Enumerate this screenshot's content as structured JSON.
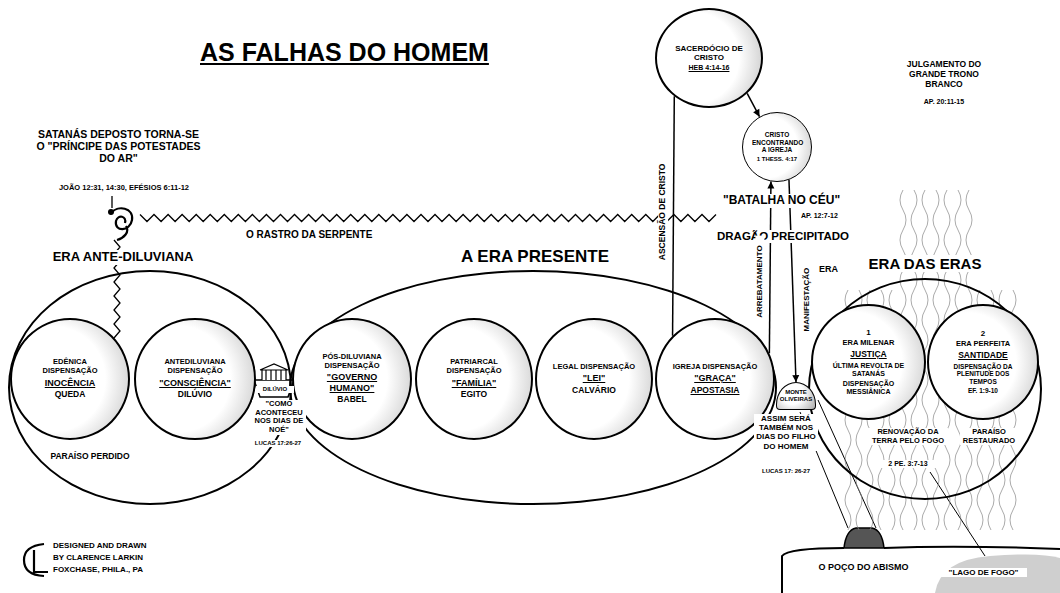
{
  "diagram": {
    "title": "AS FALHAS DO HOMEM",
    "nodes": [
      {
        "text": [
          "ERA ANTE-DILUVIANA",
          "PARAÍSO PERDIDO"
        ]
      },
      {
        "text": [
          "EDÊNICA DISPENSAÇÃO",
          "INOCÊNCIA",
          "QUEDA"
        ],
        "in": 0
      },
      {
        "text": [
          "ANTEDILUVIANA DISPENSAÇÃO",
          "\"CONSCIÊNCIA\"",
          "DILÚVIO"
        ],
        "in": 0
      },
      {
        "text": [
          "A ERA PRESENTE"
        ]
      },
      {
        "text": [
          "PÓS-DILUVIANA DISPENSAÇÃO",
          "\"GOVERNO HUMANO\"",
          "BABEL"
        ],
        "in": 3
      },
      {
        "text": [
          "PATRIARCAL DISPENSAÇÃO",
          "\"FAMÍLIA\"",
          "EGITO"
        ],
        "in": 3
      },
      {
        "text": [
          "LEGAL DISPENSAÇÃO",
          "\"LEI\"",
          "CALVÁRIO"
        ],
        "in": 3
      },
      {
        "text": [
          "IGREJA DISPENSAÇÃO",
          "\"GRAÇA\"",
          "APOSTASIA"
        ],
        "in": 3
      },
      {
        "text": [
          "SACERDÓCIO DE CRISTO",
          "HEB 4:14-16"
        ]
      },
      {
        "text": [
          "CRISTO ENCONTRANDO A IGREJA",
          "1 THESS. 4:17"
        ]
      },
      {
        "text": [
          "ERA DAS ERAS",
          "RENOVAÇÃO DA TERRA PELO FOGO",
          "2 PE. 3:7-13",
          "PARAÍSO RESTAURADO"
        ]
      },
      {
        "text": [
          "1",
          "ERA MILENAR",
          "JUSTIÇA",
          "ÚLTIMA REVOLTA DE SATANÁS",
          "DISPENSAÇÃO MESSIÂNICA"
        ],
        "in": 10
      },
      {
        "text": [
          "2",
          "ERA PERFEITA",
          "SANTIDADE",
          "DISPENSAÇÃO DA PLENITUDE DOS TEMPOS",
          "EF. 1:9-10"
        ],
        "in": 10
      },
      {
        "text": [
          "MONTE OLIVEIRAS"
        ]
      }
    ],
    "edges": [
      {
        "from": 7,
        "to": 8,
        "arrow": "none",
        "label": "ASCENSÃO DE CRISTO"
      },
      {
        "from": 8,
        "to": 9,
        "arrow": "to"
      },
      {
        "from": 7,
        "to": 9,
        "arrow": "to",
        "label": "ARREBATAMENTO"
      },
      {
        "from": 9,
        "to": 13,
        "arrow": "to",
        "label": "MANIFESTAÇÃO"
      }
    ],
    "labels": [
      "SATANÁS DEPOSTO TORNA-SE O \"PRÍNCIPE DAS POTESTADES DO AR\"",
      "JOÃO 12:31, 14:30, EFÉSIOS 6:11-12",
      "O RASTRO DA SERPENTE",
      "\"BATALHA NO CÉU\"",
      "AP. 12:7-12",
      "DRAGÃO PRECIPITADO",
      "ERA",
      "DILÚVIO",
      "\"COMO ACONTECEU NOS DIAS DE NOÉ\"",
      "LUCAS 17:26-27",
      "ASSIM SERÁ TAMBÉM NOS DIAS DO FILHO DO HOMEM",
      "LUCAS 17: 26-27",
      "JULGAMENTO DO GRANDE TRONO BRANCO",
      "AP. 20:11-15",
      "O POÇO DO ABISMO",
      "\"LAGO DE FOGO\"",
      "DESIGNED AND DRAWN",
      "BY CLARENCE LARKIN",
      "FOXCHASE, PHILA., PA"
    ]
  }
}
